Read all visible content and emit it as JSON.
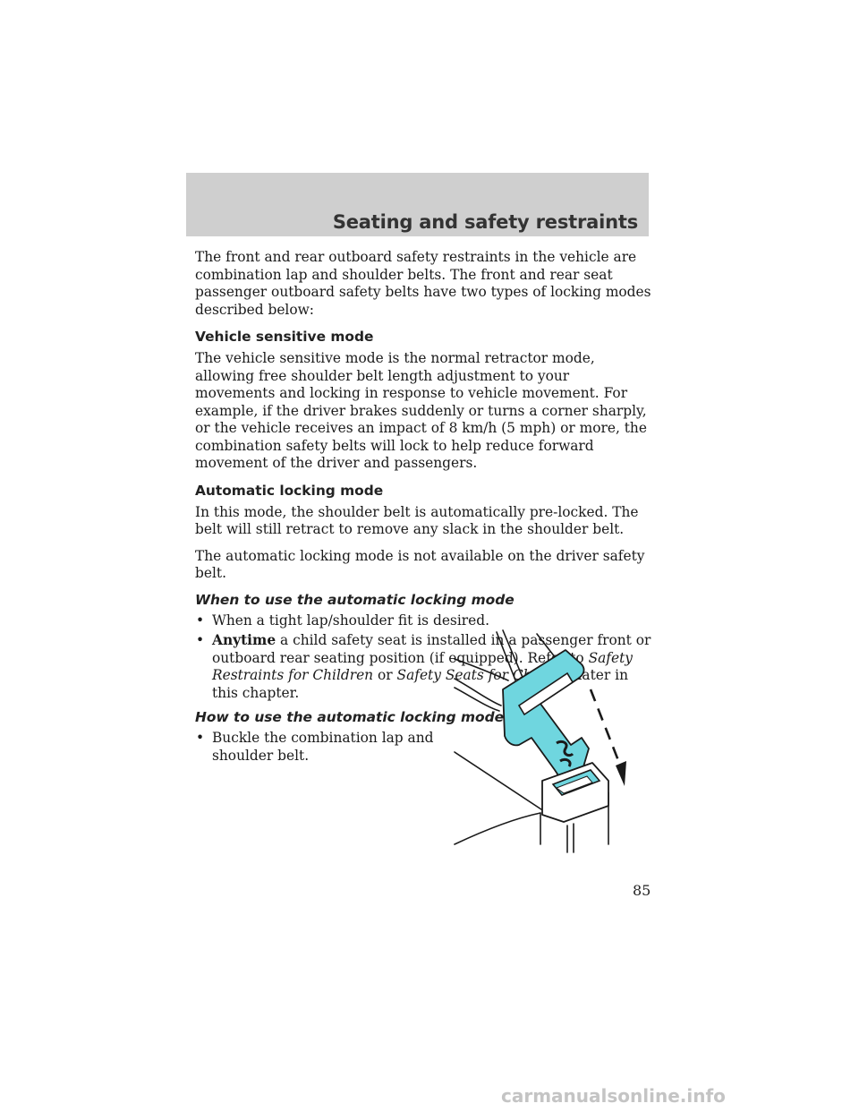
{
  "header": {
    "title": "Seating and safety restraints"
  },
  "intro": "The front and rear outboard safety restraints in the vehicle are combination lap and shoulder belts. The front and rear seat passenger outboard safety belts have two types of locking modes described below:",
  "vehicle_mode": {
    "heading": "Vehicle sensitive mode",
    "body": "The vehicle sensitive mode is the normal retractor mode, allowing free shoulder belt length adjustment to your movements and locking in response to vehicle movement. For example, if the driver brakes suddenly or turns a corner sharply, or the vehicle receives an impact of 8 km/h (5 mph) or more, the combination safety belts will lock to help reduce forward movement of the driver and passengers."
  },
  "auto_mode": {
    "heading": "Automatic locking mode",
    "body1": "In this mode, the shoulder belt is automatically pre-locked. The belt will still retract to remove any slack in the shoulder belt.",
    "body2": "The automatic locking mode is not available on the driver safety belt."
  },
  "when_to_use": {
    "heading": "When to use the automatic locking mode",
    "bullet_char": "•",
    "item1": "When a tight lap/shoulder fit is desired.",
    "item2_bold": "Anytime",
    "item2_a": " a child safety seat is installed in a passenger front or outboard rear seating position (if equipped). Refer to ",
    "item2_ref1": "Safety Restraints for Children",
    "item2_b": " or ",
    "item2_ref2": "Safety Seats for Children",
    "item2_c": " later in this chapter."
  },
  "how_to_use": {
    "heading": "How to use the automatic locking mode",
    "item1": "Buckle the combination lap and shoulder belt."
  },
  "page_number": "85",
  "watermark": "carmanualsonline.info",
  "colors": {
    "header_band": "#cfcfcf",
    "buckle_fill": "#6fd6df"
  }
}
